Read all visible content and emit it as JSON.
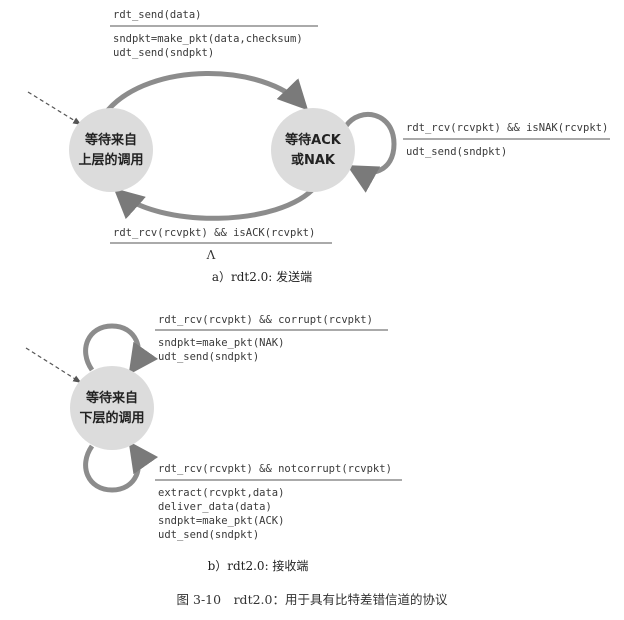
{
  "sender": {
    "state_wait_call": [
      "等待来自",
      "上层的调用"
    ],
    "state_wait_ack": [
      "等待ACK",
      "或NAK"
    ],
    "top_event": "rdt_send(data)",
    "top_actions": [
      "sndpkt=make_pkt(data,checksum)",
      "udt_send(sndpkt)"
    ],
    "nak_event": "rdt_rcv(rcvpkt) && isNAK(rcvpkt)",
    "nak_action": "udt_send(sndpkt)",
    "ack_event": "rdt_rcv(rcvpkt) && isACK(rcvpkt)",
    "ack_action": "Λ",
    "caption": "a）rdt2.0: 发送端"
  },
  "receiver": {
    "state_wait_below": [
      "等待来自",
      "下层的调用"
    ],
    "corrupt_event": "rdt_rcv(rcvpkt) && corrupt(rcvpkt)",
    "corrupt_actions": [
      "sndpkt=make_pkt(NAK)",
      "udt_send(sndpkt)"
    ],
    "ok_event": "rdt_rcv(rcvpkt) && notcorrupt(rcvpkt)",
    "ok_actions": [
      "extract(rcvpkt,data)",
      "deliver_data(data)",
      "sndpkt=make_pkt(ACK)",
      "udt_send(sndpkt)"
    ],
    "caption": "b）rdt2.0: 接收端"
  },
  "figure_caption": "图 3-10　rdt2.0：用于具有比特差错信道的协议",
  "colors": {
    "state_fill": "#dcdcdc",
    "arrow": "#8c8c8c",
    "rule": "#555555"
  }
}
